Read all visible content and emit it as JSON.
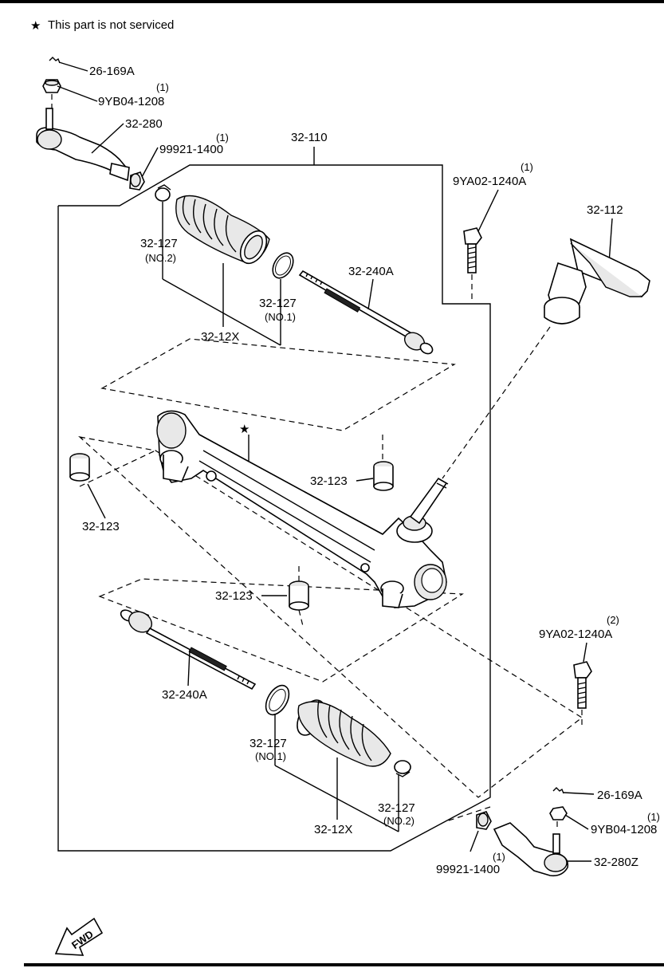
{
  "note": {
    "symbol": "★",
    "text": "This part is not serviced"
  },
  "labels": {
    "nut_clip_top": "26-169A",
    "nut_top_qty": "(1)",
    "nut_top": "9YB04-1208",
    "tie_rod_end_left": "32-280",
    "spacer_top_qty": "(1)",
    "spacer_top": "99921-1400",
    "gear_assembly": "32-110",
    "bolt_top_qty": "(1)",
    "bolt_top": "9YA02-1240A",
    "boot_cover": "32-112",
    "clamp_no2_top": "32-127",
    "clamp_no2_top_sub": "(NO.2)",
    "clamp_no1_top": "32-127",
    "clamp_no1_top_sub": "(NO.1)",
    "inner_rod_top": "32-240A",
    "boot_kit_top": "32-12X",
    "bushing_right": "32-123",
    "bushing_left": "32-123",
    "bushing_lower": "32-123",
    "inner_rod_bottom": "32-240A",
    "bolt_bottom_qty": "(2)",
    "bolt_bottom": "9YA02-1240A",
    "clamp_no1_bottom": "32-127",
    "clamp_no1_bottom_sub": "(NO.1)",
    "clamp_no2_bottom": "32-127",
    "clamp_no2_bottom_sub": "(NO.2)",
    "boot_kit_bottom": "32-12X",
    "nut_clip_bottom": "26-169A",
    "nut_bottom_qty": "(1)",
    "nut_bottom": "9YB04-1208",
    "spacer_bottom_qty": "(1)",
    "spacer_bottom": "99921-1400",
    "tie_rod_end_right": "32-280Z",
    "fwd": "FWD"
  }
}
